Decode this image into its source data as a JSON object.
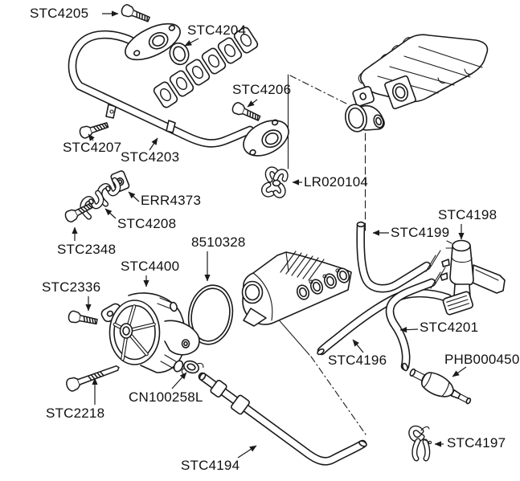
{
  "diagram": {
    "kind": "exploded-parts-line-drawing",
    "colors": {
      "background": "#ffffff",
      "ink": "#1a1a1a",
      "label_text": "#111111"
    }
  },
  "parts": [
    {
      "id": "stc4205",
      "number": "STC4205",
      "depicts": "flanged bolt"
    },
    {
      "id": "stc4204",
      "number": "STC4204",
      "depicts": "seal ring"
    },
    {
      "id": "stc4206",
      "number": "STC4206",
      "depicts": "flanged bolt"
    },
    {
      "id": "stc4207",
      "number": "STC4207",
      "depicts": "flanged bolt"
    },
    {
      "id": "stc4203",
      "number": "STC4203",
      "depicts": "EGR pipe assembly with flanges"
    },
    {
      "id": "err4373",
      "number": "ERR4373",
      "depicts": "locking plate"
    },
    {
      "id": "stc4208",
      "number": "STC4208",
      "depicts": "pipe clamp brackets"
    },
    {
      "id": "stc2348",
      "number": "STC2348",
      "depicts": "bolt"
    },
    {
      "id": "8510328",
      "number": "8510328",
      "depicts": "O-ring gasket"
    },
    {
      "id": "stc4400",
      "number": "STC4400",
      "depicts": "vacuum pump"
    },
    {
      "id": "stc2336",
      "number": "STC2336",
      "depicts": "bolt"
    },
    {
      "id": "stc2218",
      "number": "STC2218",
      "depicts": "long bolt"
    },
    {
      "id": "cn100258l",
      "number": "CN100258L",
      "depicts": "hose clamp elbow"
    },
    {
      "id": "stc4194",
      "number": "STC4194",
      "depicts": "long moulded hose"
    },
    {
      "id": "lr020104",
      "number": "LR020104",
      "depicts": "spring clip"
    },
    {
      "id": "stc4199",
      "number": "STC4199",
      "depicts": "vacuum hose"
    },
    {
      "id": "stc4198",
      "number": "STC4198",
      "depicts": "solenoid valve with bracket"
    },
    {
      "id": "stc4201",
      "number": "STC4201",
      "depicts": "vacuum hose"
    },
    {
      "id": "stc4196",
      "number": "STC4196",
      "depicts": "vacuum hose"
    },
    {
      "id": "phb000450",
      "number": "PHB000450",
      "depicts": "in-line filter"
    },
    {
      "id": "stc4197",
      "number": "STC4197",
      "depicts": "retaining clip"
    }
  ]
}
